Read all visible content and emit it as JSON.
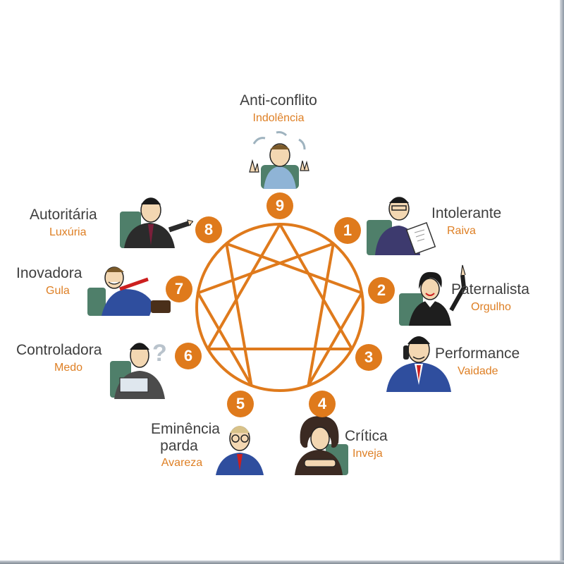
{
  "colors": {
    "accent": "#df7a1c",
    "name_text": "#3f3f3f",
    "trait_text": "#de7f24"
  },
  "enneagram": {
    "inner_triangle": [
      3,
      6,
      9
    ],
    "hexad": [
      1,
      4,
      2,
      8,
      5,
      7,
      1
    ]
  },
  "types": [
    {
      "number": "9",
      "name": "Anti-conflito",
      "trait": "Indolência"
    },
    {
      "number": "1",
      "name": "Intolerante",
      "trait": "Raiva"
    },
    {
      "number": "2",
      "name": "Paternalista",
      "trait": "Orgulho"
    },
    {
      "number": "3",
      "name": "Performance",
      "trait": "Vaidade"
    },
    {
      "number": "4",
      "name": "Crítica",
      "trait": "Inveja"
    },
    {
      "number": "5",
      "name": "Eminência parda",
      "name_lines": [
        "Eminência",
        "parda"
      ],
      "trait": "Avareza"
    },
    {
      "number": "6",
      "name": "Controladora",
      "trait": "Medo"
    },
    {
      "number": "7",
      "name": "Inovadora",
      "trait": "Gula"
    },
    {
      "number": "8",
      "name": "Autoritária",
      "trait": "Luxúria"
    }
  ],
  "figures": [
    {
      "type": "9",
      "icon": "relaxed-man-icon"
    },
    {
      "type": "1",
      "icon": "angry-man-icon"
    },
    {
      "type": "2",
      "icon": "woman-pointing-up-icon"
    },
    {
      "type": "3",
      "icon": "man-on-phone-icon"
    },
    {
      "type": "4",
      "icon": "woman-arms-crossed-icon"
    },
    {
      "type": "5",
      "icon": "man-with-glasses-icon"
    },
    {
      "type": "6",
      "icon": "man-with-question-mark-icon"
    },
    {
      "type": "7",
      "icon": "running-man-icon"
    },
    {
      "type": "8",
      "icon": "man-pointing-icon"
    }
  ]
}
